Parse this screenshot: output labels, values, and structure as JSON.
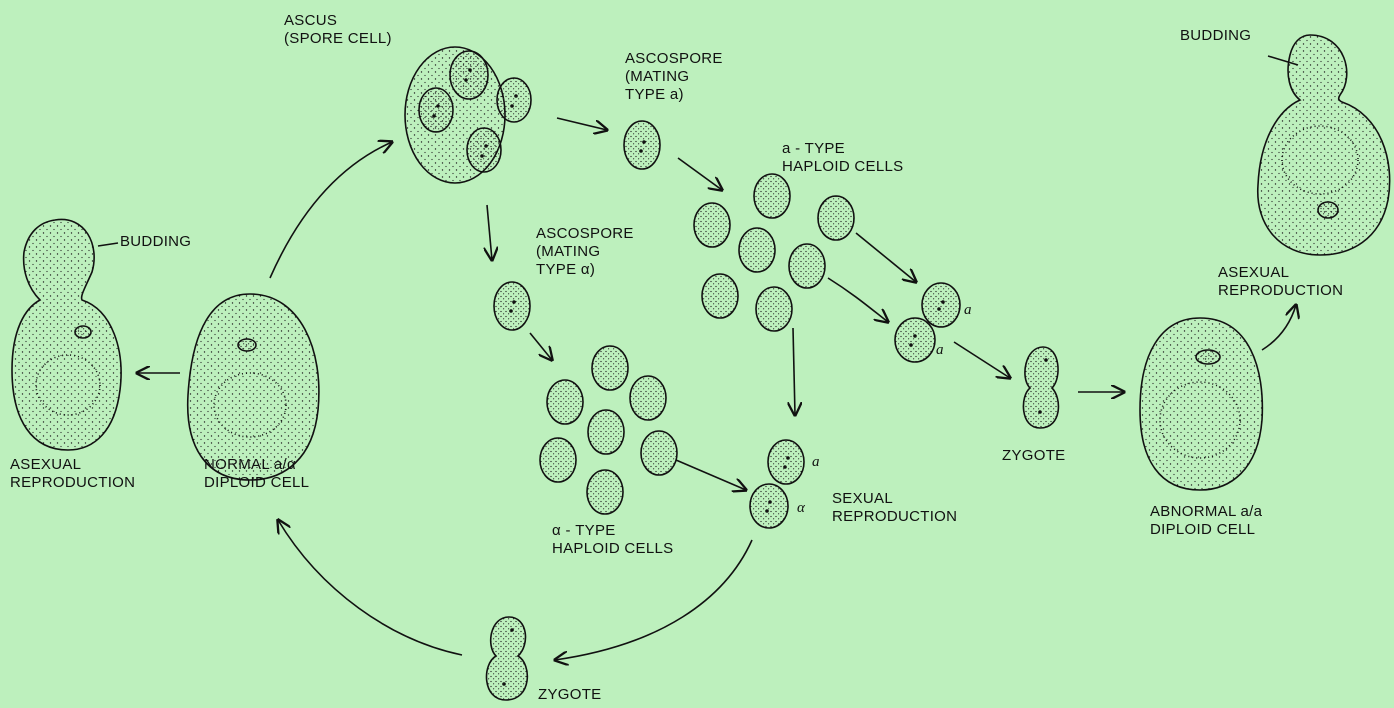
{
  "colors": {
    "background": "#bdf0bd",
    "ink": "#111111"
  },
  "labels": {
    "ascus": [
      "ASCUS",
      "(SPORE CELL)"
    ],
    "ascospore_a": [
      "ASCOSPORE",
      "(MATING",
      "TYPE a)"
    ],
    "ascospore_alpha": [
      "ASCOSPORE",
      "(MATING",
      "TYPE α)"
    ],
    "a_type_haploid": [
      "a - TYPE",
      "HAPLOID CELLS"
    ],
    "alpha_type_haploid": [
      "α - TYPE",
      "HAPLOID CELLS"
    ],
    "budding_left": "BUDDING",
    "budding_right": "BUDDING",
    "asexual_left": [
      "ASEXUAL",
      "REPRODUCTION"
    ],
    "asexual_right": [
      "ASEXUAL",
      "REPRODUCTION"
    ],
    "normal_diploid": [
      "NORMAL a/α",
      "DIPLOID CELL"
    ],
    "abnormal_diploid": [
      "ABNORMAL a/a",
      "DIPLOID CELL"
    ],
    "sexual_reproduction": [
      "SEXUAL",
      "REPRODUCTION"
    ],
    "zygote_bottom": "ZYGOTE",
    "zygote_right": "ZYGOTE",
    "mark_a1": "a",
    "mark_a2": "a",
    "mark_a3": "a",
    "mark_alpha": "α"
  }
}
